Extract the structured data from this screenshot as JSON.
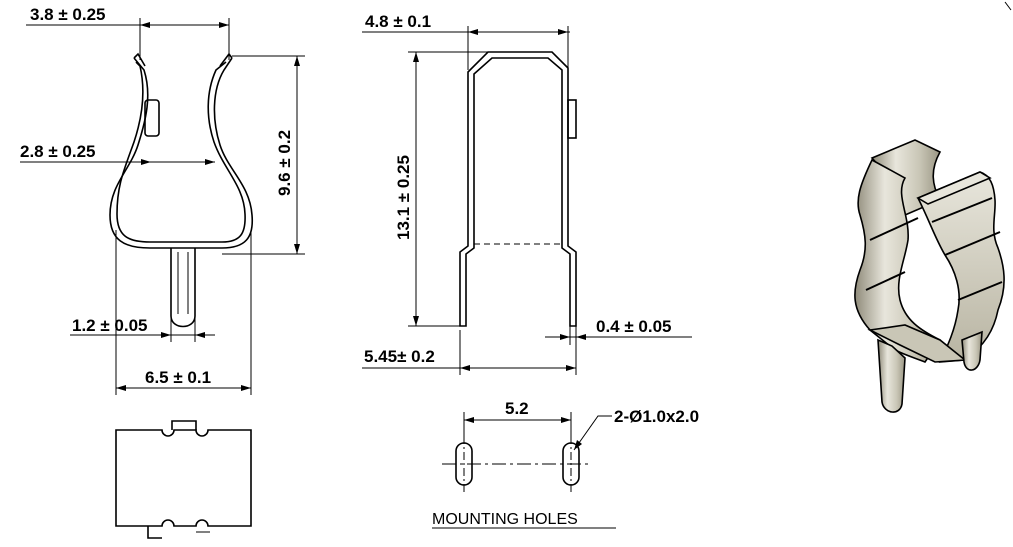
{
  "dimensions": {
    "top_width": "3.8 ± 0.25",
    "neck_width": "2.8 ± 0.25",
    "clip_height": "9.6 ± 0.2",
    "pin_width": "1.2 ± 0.05",
    "base_width": "6.5 ± 0.1",
    "side_top_width": "4.8 ± 0.1",
    "total_height": "13.1 ± 0.25",
    "side_base_width": "5.45± 0.2",
    "thickness": "0.4 ± 0.05",
    "hole_spacing": "5.2",
    "hole_spec": "2-Ø1.0x2.0"
  },
  "labels": {
    "mounting_holes": "MOUNTING HOLES"
  },
  "colors": {
    "line": "#000000",
    "metal_light": "#e8e6dc",
    "metal_mid": "#c9c6b6",
    "metal_dark": "#8f8b7a"
  }
}
